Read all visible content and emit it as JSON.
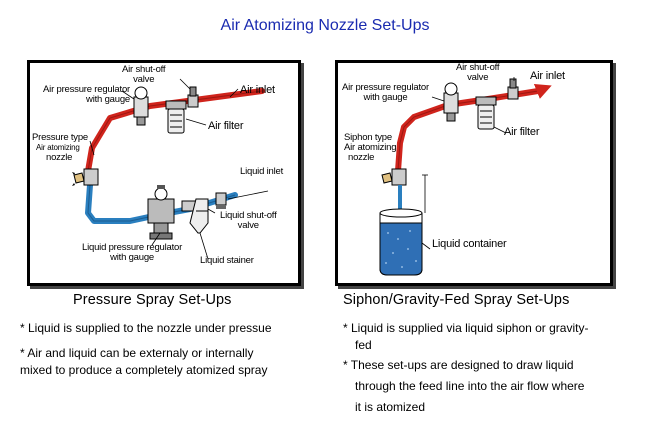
{
  "title": "Air Atomizing Nozzle Set-Ups",
  "left": {
    "labels": {
      "air_shutoff_valve_1": "Air shut-off",
      "air_shutoff_valve_2": "valve",
      "air_regulator_1": "Air pressure regulator",
      "air_regulator_2": "with gauge",
      "air_inlet": "Air inlet",
      "air_filter": "Air filter",
      "nozzle_1": "Pressure type",
      "nozzle_2": "Air atomizing",
      "nozzle_3": "nozzle",
      "liquid_inlet": "Liquid inlet",
      "liquid_shutoff_1": "Liquid shut-off",
      "liquid_shutoff_2": "valve",
      "liquid_regulator_1": "Liquid pressure regulator",
      "liquid_regulator_2": "with gauge",
      "liquid_strainer": "Liquid stainer"
    },
    "caption": "Pressure Spray Set-Ups",
    "notes": [
      "* Liquid is supplied to the nozzle under pressue",
      "* Air and liquid can be externaly or internally",
      "mixed to produce a completely atomized spray"
    ]
  },
  "right": {
    "labels": {
      "air_shutoff_valve_1": "Air shut-off",
      "air_shutoff_valve_2": "valve",
      "air_inlet": "Air inlet",
      "air_regulator_1": "Air pressure regulator",
      "air_regulator_2": "with gauge",
      "air_filter": "Air filter",
      "nozzle_1": "Siphon type",
      "nozzle_2": "Air atomizing",
      "nozzle_3": "nozzle",
      "liquid_container": "Liquid container"
    },
    "caption": "Siphon/Gravity-Fed Spray Set-Ups",
    "notes": [
      "* Liquid is supplied via liquid siphon or gravity-",
      "fed",
      "* These set-ups are designed to draw liquid",
      "through the feed line into the air flow where",
      "it is atomized"
    ]
  },
  "colors": {
    "title": "#1a2bb0",
    "air_line": "#d0241c",
    "liquid_line": "#2a7fbf",
    "liquid_fill": "#2f6fb5"
  }
}
